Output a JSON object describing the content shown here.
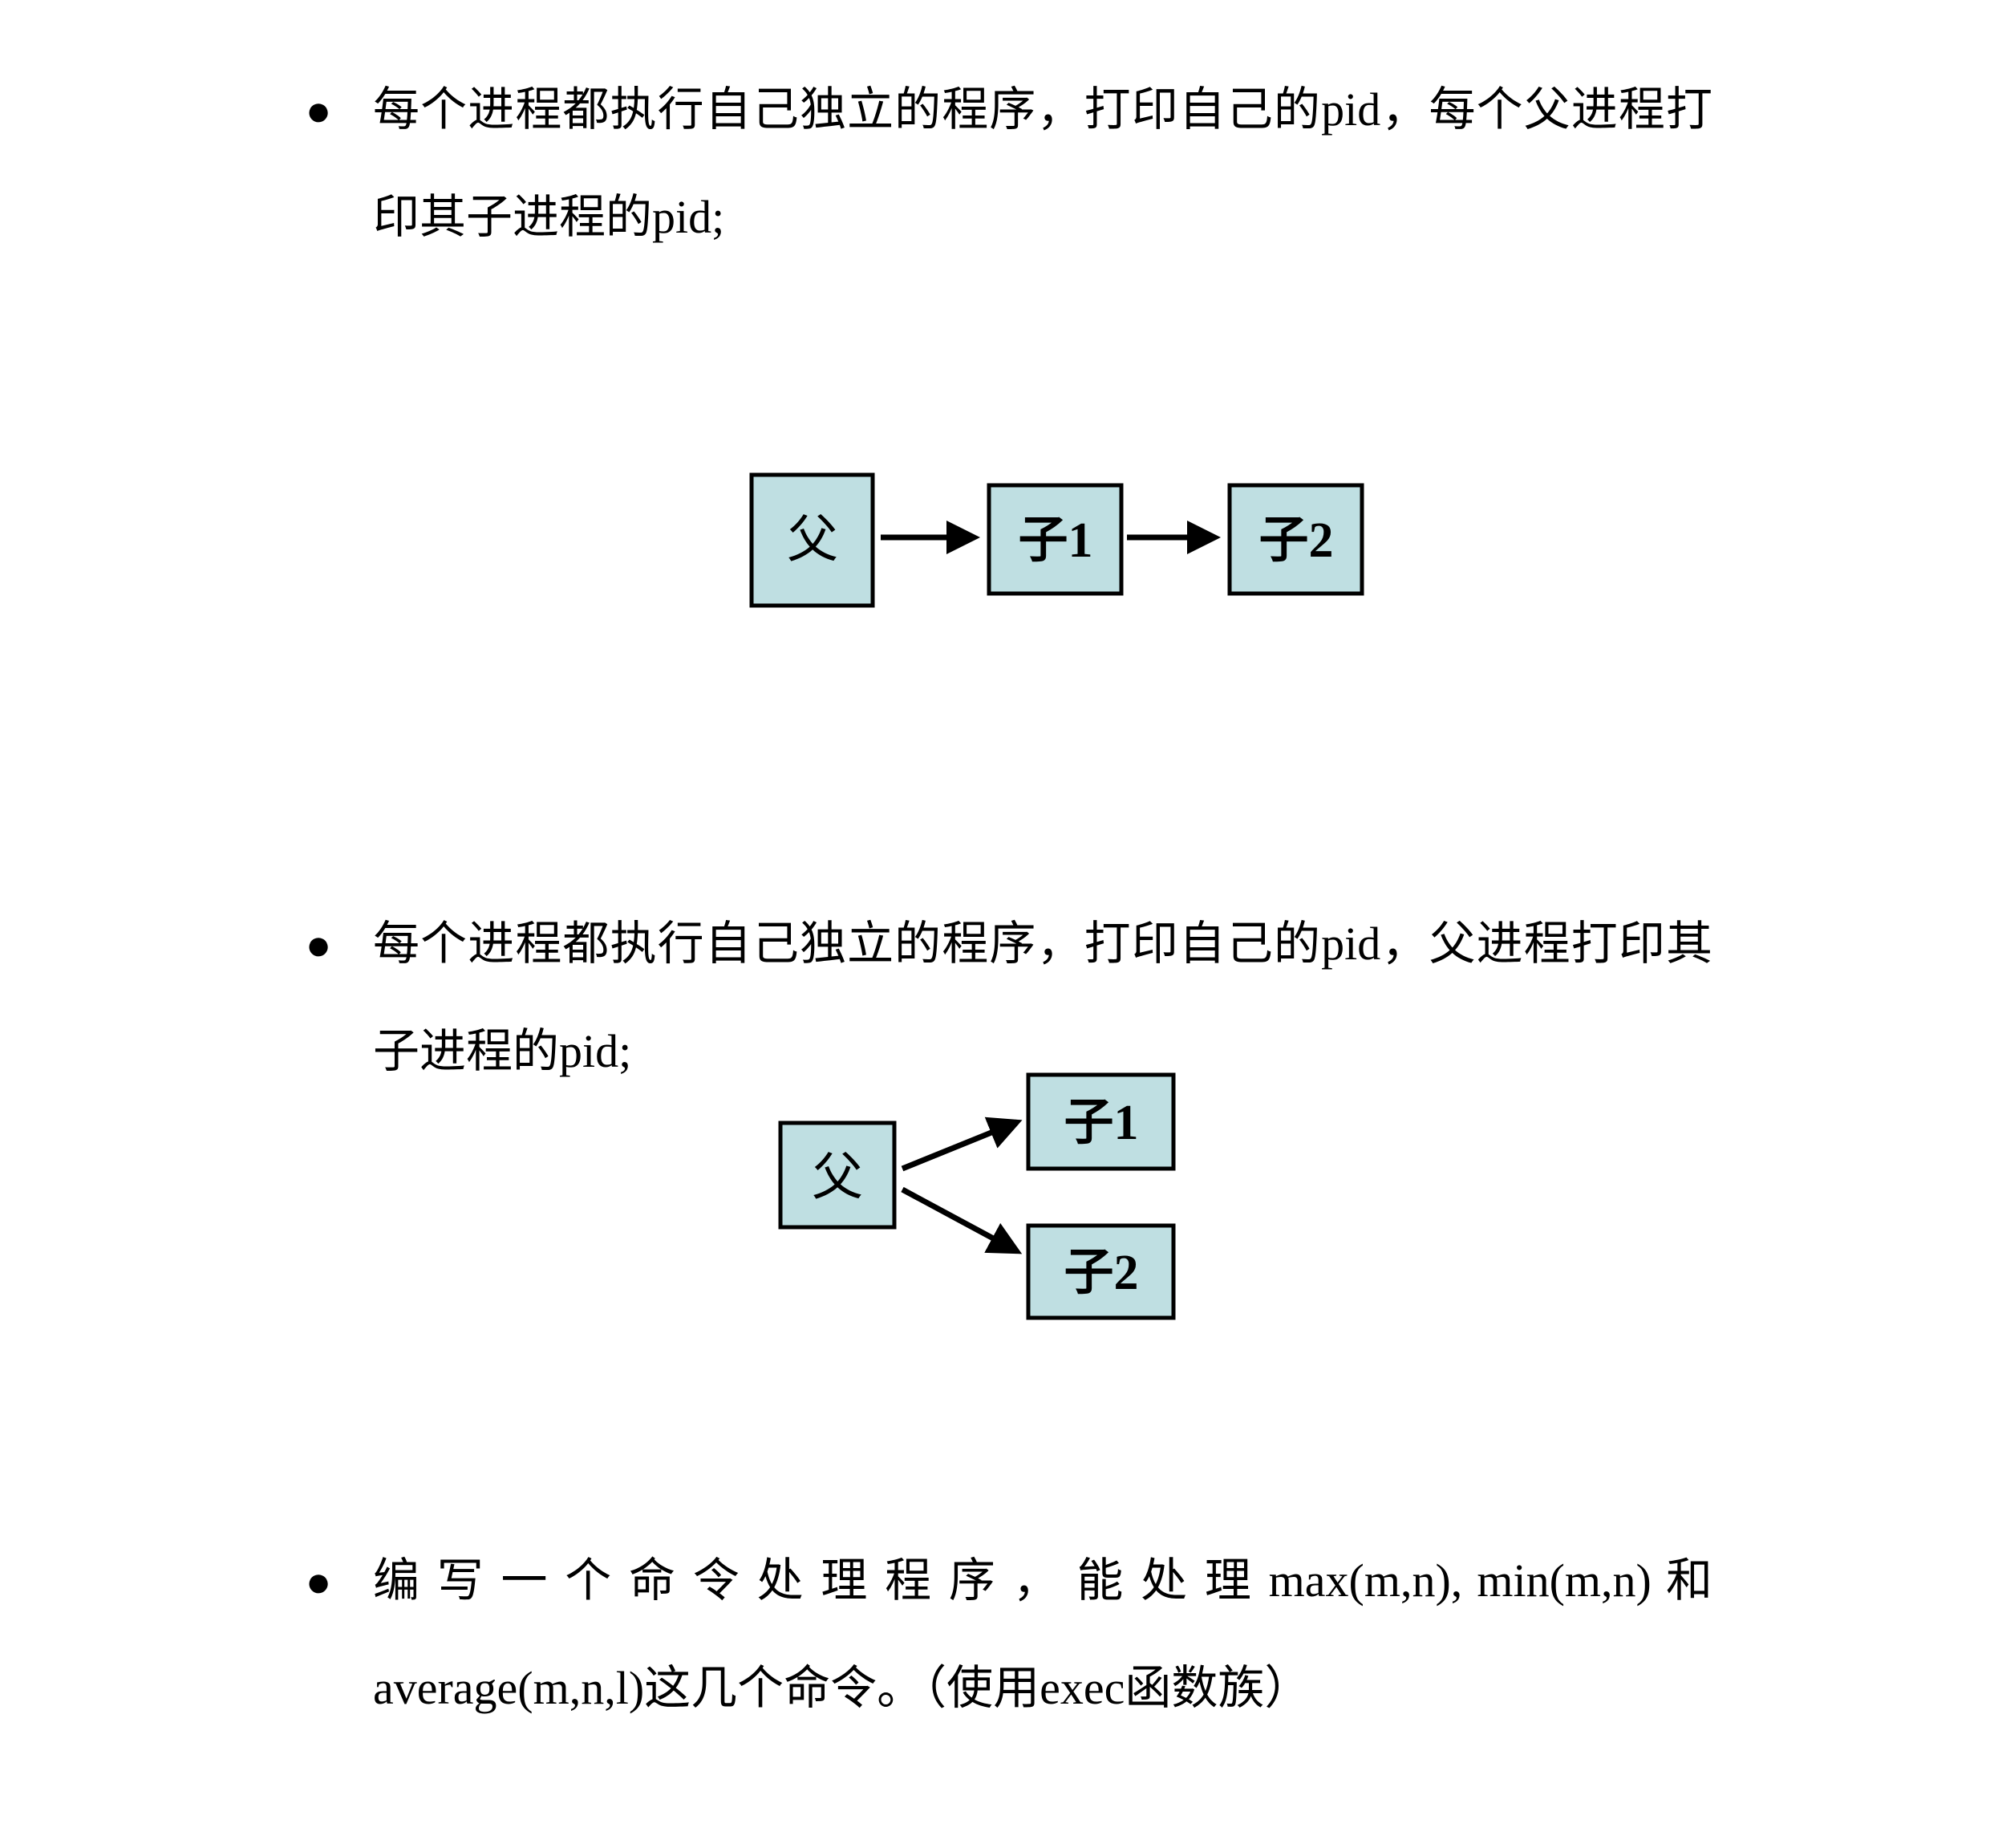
{
  "document": {
    "background": "#ffffff",
    "text_color": "#000000"
  },
  "bullets": [
    {
      "marker": "●",
      "lines": [
        "每个进程都执行自己独立的程序，打印自己的pid，每个父进程打",
        "印其子进程的pid;"
      ]
    },
    {
      "marker": "●",
      "lines": [
        "每个进程都执行自己独立的程序，打印自己的pid，父进程打印其",
        "子进程的pid;"
      ]
    },
    {
      "marker": "●",
      "lines": [
        "编 写 一 个 命 令 处 理 程 序 ， 能 处 理 max(m,n), min(m,n) 和",
        "average(m,n,l)这几个命令。（使用exec函数族）"
      ]
    }
  ],
  "process_chain_diagram": {
    "box_fill": "#bfdfe2",
    "box_border": "#000000",
    "nodes": [
      {
        "label": "父"
      },
      {
        "label": "子1"
      },
      {
        "label": "子2"
      }
    ]
  },
  "process_fork_diagram": {
    "box_fill": "#bfdfe2",
    "box_border": "#000000",
    "parent": {
      "label": "父"
    },
    "children": [
      {
        "label": "子1"
      },
      {
        "label": "子2"
      }
    ]
  }
}
